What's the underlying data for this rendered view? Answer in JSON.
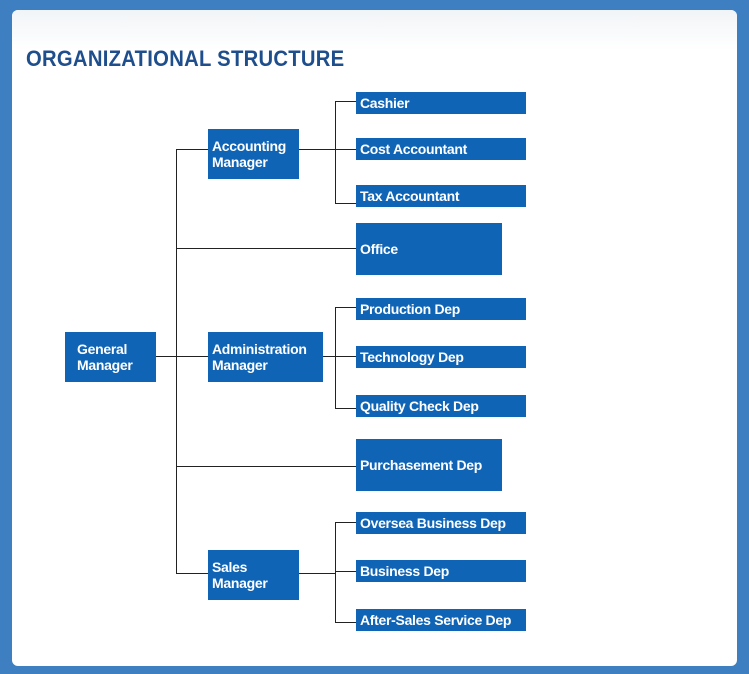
{
  "title": "ORGANIZATIONAL STRUCTURE",
  "nodes": {
    "general_manager": [
      "General",
      "Manager"
    ],
    "accounting_manager": [
      "Accounting",
      "Manager"
    ],
    "administration_manager": [
      "Administration",
      "Manager"
    ],
    "sales_manager": [
      "Sales",
      "Manager"
    ],
    "cashier": "Cashier",
    "cost_accountant": "Cost Accountant",
    "tax_accountant": "Tax Accountant",
    "office": "Office",
    "production_dep": "Production  Dep",
    "technology_dep": "Technology  Dep",
    "quality_check_dep": "Quality Check Dep",
    "purchasement_dep": "Purchasement Dep",
    "oversea_business_dep": "Oversea Business Dep",
    "business_dep": "Business  Dep",
    "after_sales_service_dep": "After-Sales Service Dep"
  },
  "colors": {
    "box": "#0f64b6",
    "frame": "#3d7fc0",
    "title": "#1f4e8c"
  }
}
